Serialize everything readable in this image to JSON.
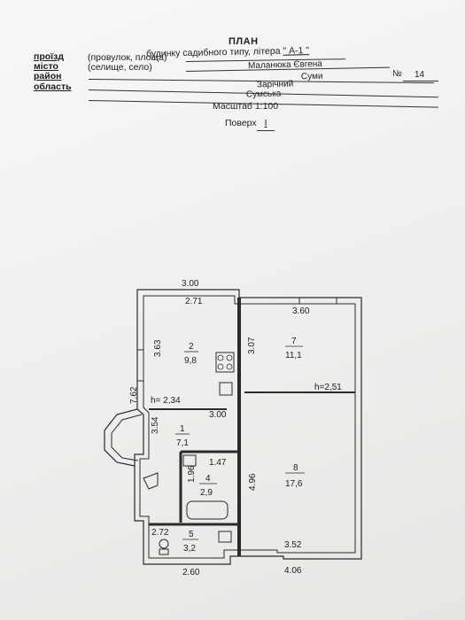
{
  "header": {
    "title": "ПЛАН",
    "subtitle": "будинку садибного типу, літера",
    "letter": "\" А-1 \"",
    "street_note": "(провулок, площа)",
    "owner": "Маланюка Євгена",
    "number_label": "№",
    "number": "14",
    "settlement_note": "(селище, село)",
    "city": "Суми",
    "district": "Зарічний",
    "region": "Сумська",
    "scale": "Масштаб 1:100",
    "floor_label": "Поверх",
    "floor": "I"
  },
  "labels": {
    "proizd": "проїзд",
    "misto": "місто",
    "raion": "район",
    "oblast": "область"
  },
  "plan": {
    "dims": {
      "top_outer": "3.00",
      "top_inner": "2.71",
      "right_top": "3.60",
      "left_upper": "3.63",
      "mid_vertical": "3.07",
      "left_outer": "7.62",
      "left_lower": "3.54",
      "corridor_width": "3.00",
      "room4_width": "1.47",
      "room4_height": "1.96",
      "room8_height": "4.96",
      "room5_width": "2.72",
      "right_bottom": "3.52",
      "bottom_left": "2.60",
      "bottom_right": "4.06"
    },
    "heights": {
      "left": "h= 2,34",
      "right": "h=2,51"
    },
    "rooms": [
      {
        "num": "2",
        "area": "9,8"
      },
      {
        "num": "7",
        "area": "11,1"
      },
      {
        "num": "1",
        "area": "7,1"
      },
      {
        "num": "4",
        "area": "2,9"
      },
      {
        "num": "8",
        "area": "17,6"
      },
      {
        "num": "5",
        "area": "3,2"
      }
    ]
  }
}
